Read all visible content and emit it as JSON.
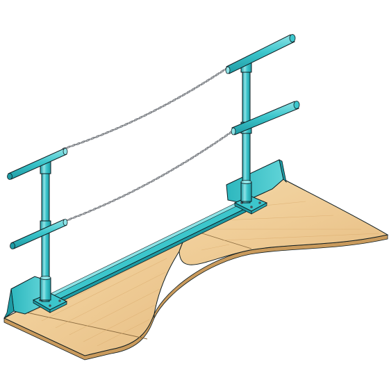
{
  "colors": {
    "background": "#ffffff",
    "rail": "#3cc6cc",
    "rail_dark": "#1e9aa3",
    "rail_light": "#8ee3e6",
    "outline": "#0d1b1f",
    "wood": "#f0cf9c",
    "wood_dark": "#c99a5c",
    "wood_grain": "#e2b77c",
    "chain": "#6f7378",
    "chain_light": "#b9bcc0",
    "bolt": "#4a4f55"
  },
  "components": [
    "wooden-deck-panel",
    "wooden-deck-panel",
    "railing-post",
    "railing-post",
    "top-rail",
    "top-rail",
    "mid-rail",
    "mid-rail",
    "chain",
    "chain",
    "base-plate",
    "base-plate",
    "toe-board",
    "toe-board",
    "floor-channel"
  ]
}
